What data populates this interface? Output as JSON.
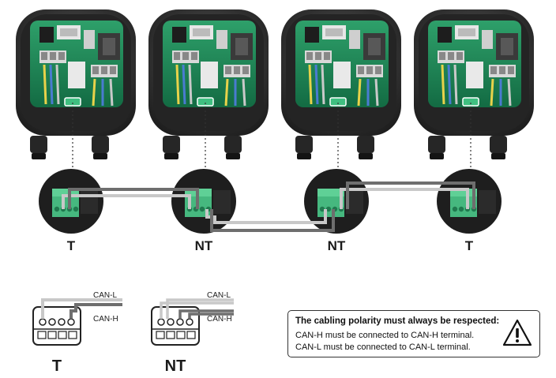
{
  "diagram": {
    "units": [
      {
        "label": "T"
      },
      {
        "label": "NT"
      },
      {
        "label": "NT"
      },
      {
        "label": "T"
      }
    ],
    "legend": [
      {
        "label": "T",
        "can_l": "CAN-L",
        "can_h": "CAN-H"
      },
      {
        "label": "NT",
        "can_l": "CAN-L",
        "can_h": "CAN-H"
      }
    ],
    "note": {
      "title": "The cabling polarity must always be respected:",
      "line1": "CAN-H must be connected to CAN-H terminal.",
      "line2": "CAN-L must be connected to CAN-L terminal.",
      "icon": "warning-triangle-icon"
    },
    "colors": {
      "housing": "#2b2b2b",
      "pcb": "#1f8a5a",
      "terminal": "#4fbf86",
      "wire_can_l": "#c8c8c8",
      "wire_can_h": "#6e6e6e"
    }
  }
}
